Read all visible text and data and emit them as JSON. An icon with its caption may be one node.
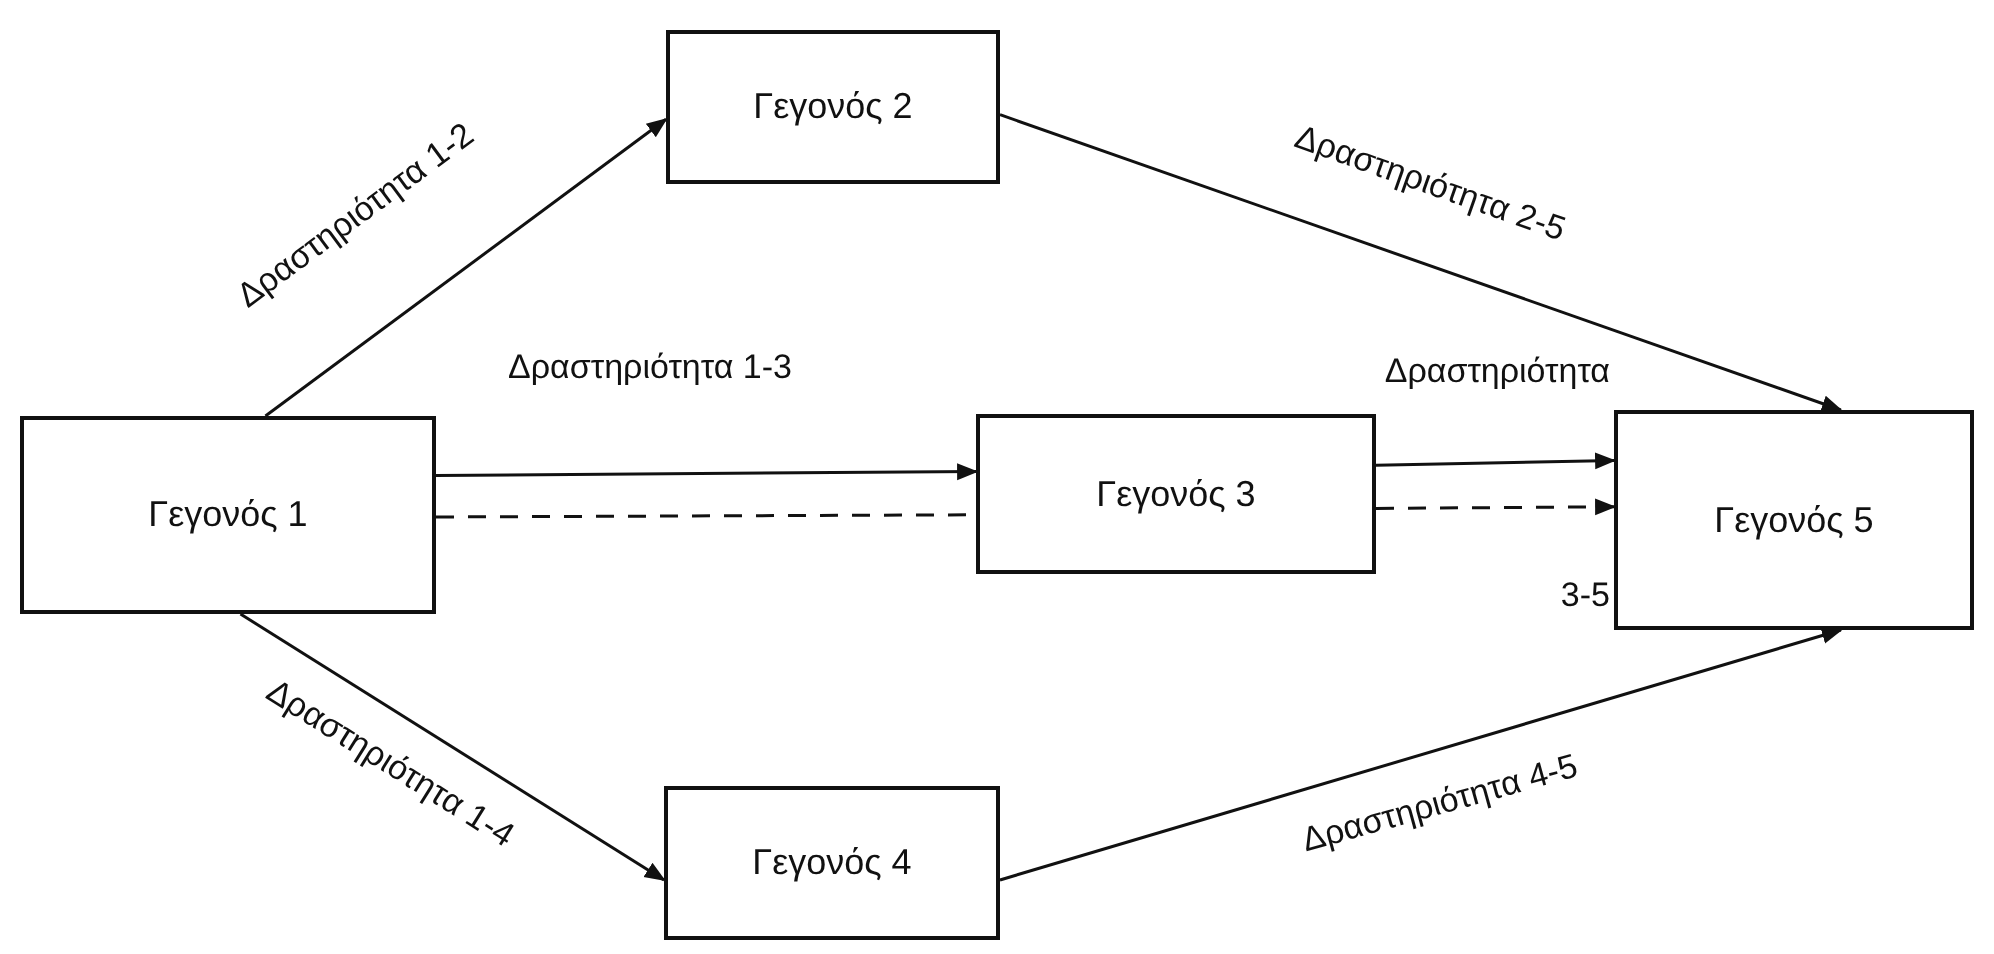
{
  "diagram": {
    "nodes": [
      {
        "text": [
          "Γεγονός 1"
        ]
      },
      {
        "text": [
          "Γεγονός 2"
        ]
      },
      {
        "text": [
          "Γεγονός 3"
        ]
      },
      {
        "text": [
          "Γεγονός 4"
        ]
      },
      {
        "text": [
          "Γεγονός 5"
        ]
      }
    ],
    "edges": [
      {
        "from": 0,
        "to": 1,
        "arrow": "to",
        "label": "Δραστηριότητα 1-2"
      },
      {
        "from": 0,
        "to": 2,
        "arrow": "to",
        "label": "Δραστηριότητα 1-3"
      },
      {
        "from": 0,
        "to": 2,
        "arrow": "none",
        "style": "dashed"
      },
      {
        "from": 1,
        "to": 4,
        "arrow": "to",
        "label": "Δραστηριότητα 2-5"
      },
      {
        "from": 2,
        "to": 4,
        "arrow": "to",
        "label": "Δραστηριότητα 3-5"
      },
      {
        "from": 2,
        "to": 4,
        "arrow": "to",
        "style": "dashed"
      },
      {
        "from": 0,
        "to": 3,
        "arrow": "to",
        "label": "Δραστηριότητα 1-4"
      },
      {
        "from": 3,
        "to": 4,
        "arrow": "to",
        "label": "Δραστηριότητα 4-5"
      }
    ]
  }
}
